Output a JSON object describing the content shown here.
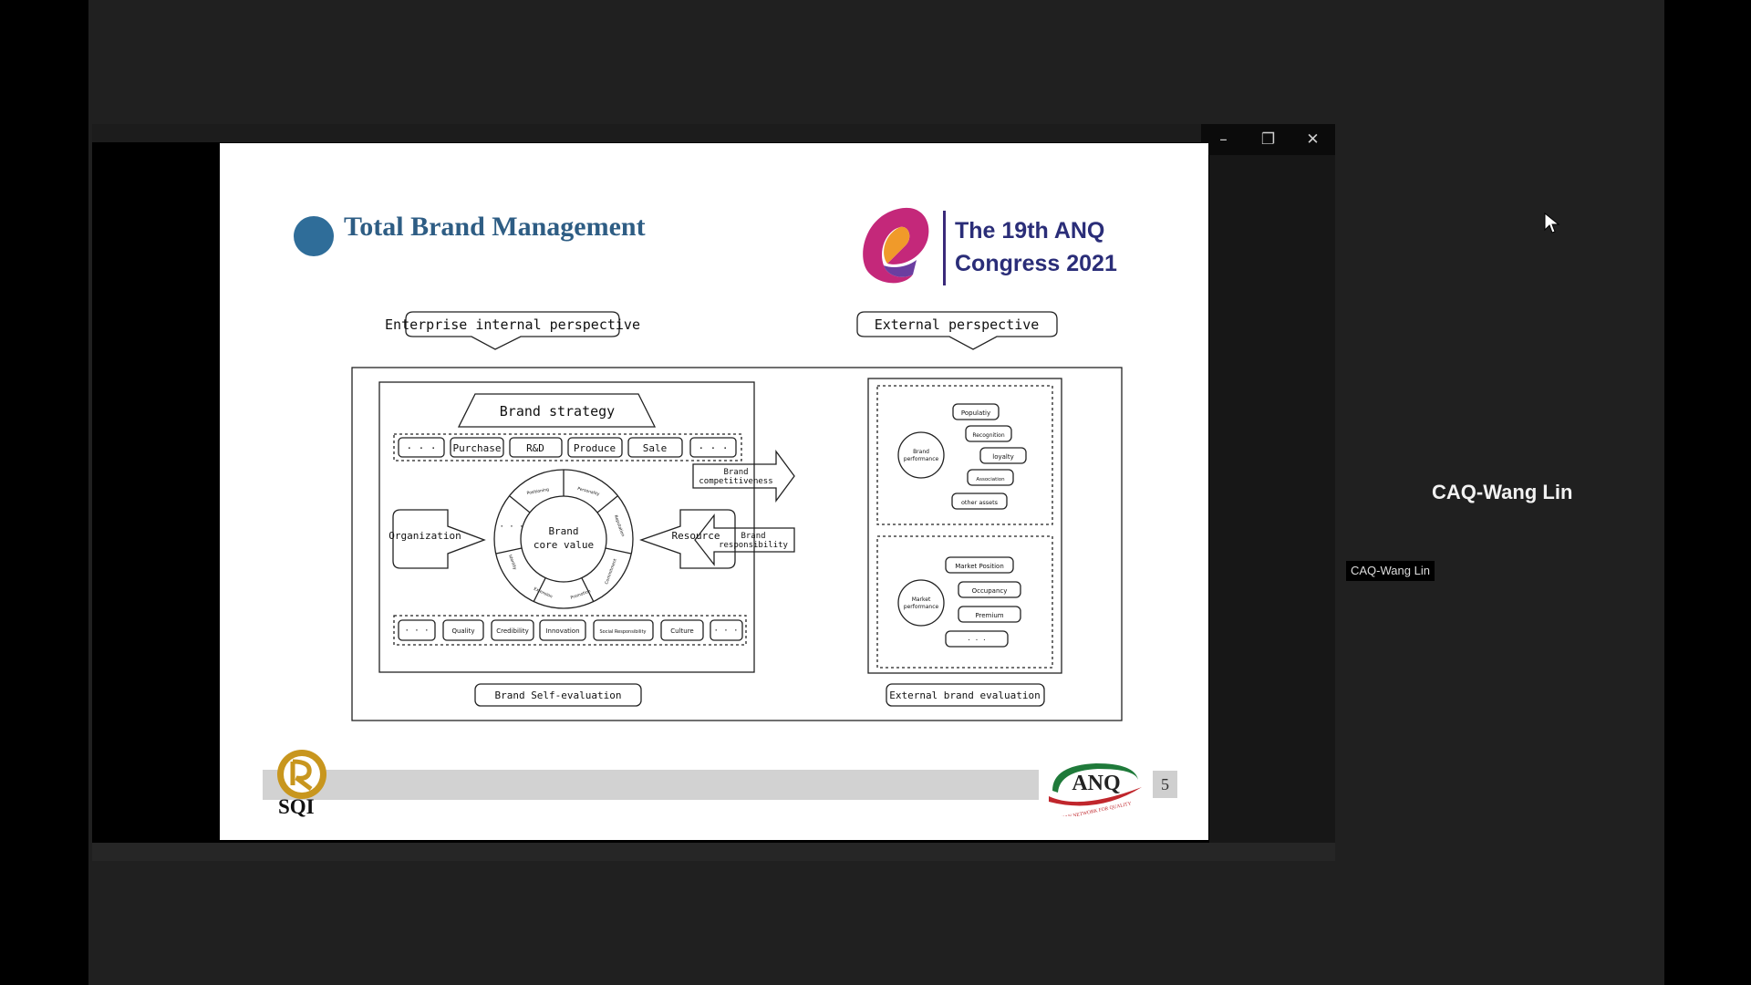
{
  "window": {
    "minimize_glyph": "–",
    "restore_glyph": "❐",
    "close_glyph": "✕"
  },
  "slide": {
    "title": "Total Brand Management",
    "congress_line1": "The 19th ANQ",
    "congress_line2": "Congress 2021",
    "page_number": "5",
    "sqi_label": "SQI",
    "anq_label": "ANQ",
    "anq_tagline": "ASIAN NETWORK FOR QUALITY"
  },
  "diagram": {
    "internal_perspective": "Enterprise internal perspective",
    "external_perspective": "External perspective",
    "brand_strategy": "Brand strategy",
    "top_row": [
      "· · ·",
      "Purchase",
      "R&D",
      "Produce",
      "Sale",
      "· · ·"
    ],
    "organization": "Organization",
    "resource": "Resource",
    "core_line1": "Brand",
    "core_line2": "core value",
    "ring_dots": "· · ·",
    "ring_segments": [
      "Positioning",
      "Personality",
      "Reputation",
      "Commitment",
      "Promotion",
      "Extension",
      "Identity"
    ],
    "bottom_row": [
      "· · ·",
      "Quality",
      "Credibility",
      "Innovation",
      "Social Responsibility",
      "Culture",
      "· · ·"
    ],
    "competitiveness_line1": "Brand",
    "competitiveness_line2": "competitiveness",
    "responsibility_line1": "Brand",
    "responsibility_line2": "responsibility",
    "brand_performance_line1": "Brand",
    "brand_performance_line2": "performance",
    "brand_items": [
      "Populatiy",
      "Recognition",
      "loyalty",
      "Association",
      "other assets"
    ],
    "market_performance_line1": "Market",
    "market_performance_line2": "performance",
    "market_items": [
      "Market Position",
      "Occupancy",
      "Premium",
      "· · ·"
    ],
    "self_evaluation": "Brand Self-evaluation",
    "external_evaluation": "External brand evaluation"
  },
  "participant": {
    "display_name": "CAQ-Wang Lin",
    "name_tag": "CAQ-Wang Lin"
  },
  "colors": {
    "title": "#2e5d84",
    "bullet": "#2f6d99",
    "congress_text": "#2a2d78",
    "sqi_gold": "#c8961e",
    "anq_red": "#c0262c",
    "anq_green": "#1f7a3a"
  }
}
